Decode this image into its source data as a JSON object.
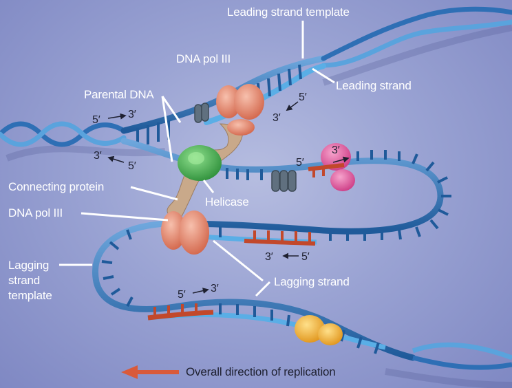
{
  "labels": {
    "leading_strand_template": "Leading strand template",
    "dna_pol_iii_top": "DNA pol III",
    "leading_strand": "Leading strand",
    "parental_dna": "Parental DNA",
    "connecting_protein": "Connecting protein",
    "helicase": "Helicase",
    "dna_pol_iii_left": "DNA pol III",
    "lagging_strand_template": [
      "Lagging",
      "strand",
      "template"
    ],
    "lagging_strand": "Lagging strand",
    "overall_direction": "Overall direction of replication"
  },
  "polarity": {
    "p5": "5′",
    "p3": "3′"
  },
  "colors": {
    "background": "#9aa3d3",
    "template_strand": "#2e6fb5",
    "new_strand_light": "#5aaee6",
    "new_rna_primer": "#c2482b",
    "polymerase": "#e8836a",
    "helicase": "#3fae4b",
    "primase": "#e2559a",
    "ssb": "#60707f",
    "connecting_protein": "#c9a98a",
    "ligase": "#f0b12c",
    "arrow": "#d95a3a"
  }
}
